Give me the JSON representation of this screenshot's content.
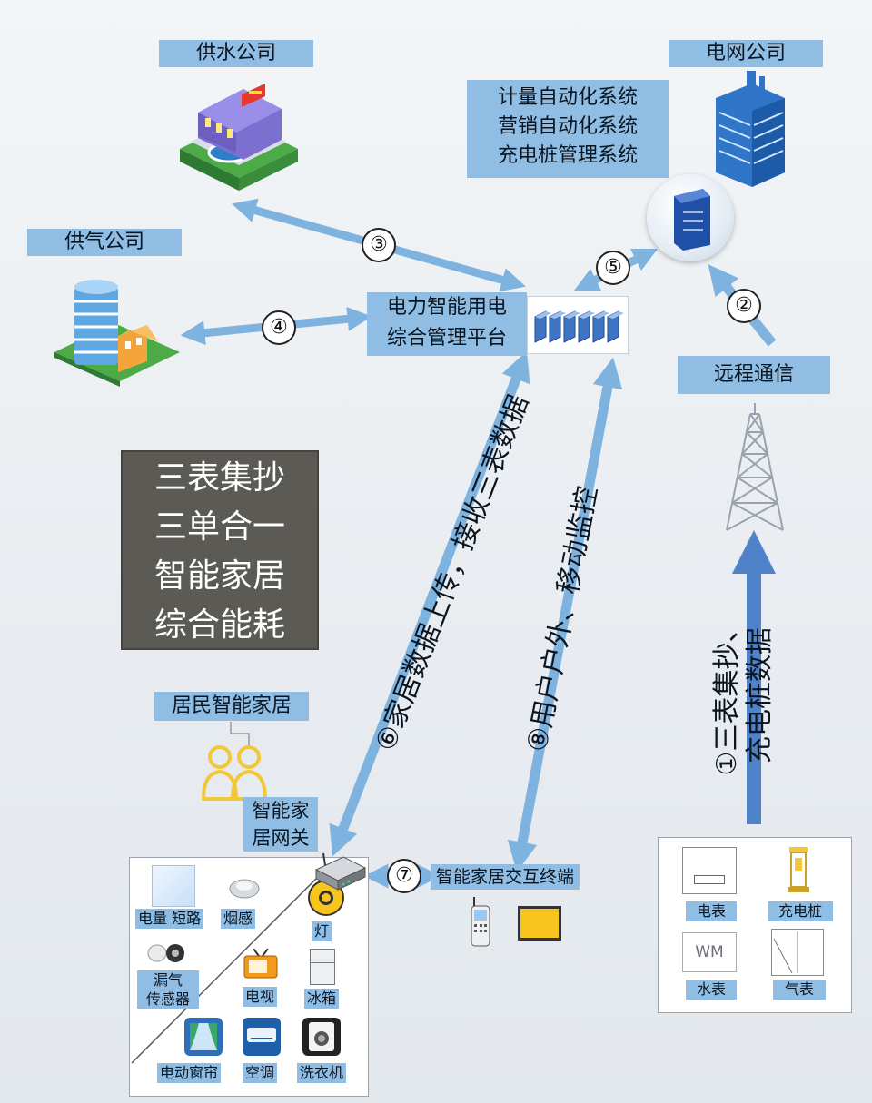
{
  "companies": {
    "water": "供水公司",
    "gas": "供气公司",
    "grid": "电网公司"
  },
  "grid_systems": [
    "计量自动化系统",
    "营销自动化系统",
    "充电桩管理系统"
  ],
  "platform": {
    "line1": "电力智能用电",
    "line2": "综合管理平台"
  },
  "remote_comm": "远程通信",
  "features": [
    "三表集抄",
    "三单合一",
    "智能家居",
    "综合能耗"
  ],
  "home": {
    "title": "居民智能家居",
    "gateway_line1": "智能家",
    "gateway_line2": "居网关",
    "terminal": "智能家居交互终端",
    "devices": {
      "power_short": "电量 短路",
      "smoke": "烟感",
      "light": "灯",
      "gas_leak_line1": "漏气",
      "gas_leak_line2": "传感器",
      "tv": "电视",
      "fridge": "冰箱",
      "curtain": "电动窗帘",
      "ac": "空调",
      "washer": "洗衣机"
    }
  },
  "meters": {
    "electric": "电表",
    "charger": "充电桩",
    "water": "水表",
    "water_meter_mark": "WM",
    "gas": "气表"
  },
  "steps": {
    "s1_num": "①",
    "s1_line1": "三表集抄、",
    "s1_line2": "充电桩数据",
    "s2": "②",
    "s3": "③",
    "s4": "④",
    "s5": "⑤",
    "s6": "⑥家居数据上传，接收三表数据",
    "s7": "⑦",
    "s8": "⑧用户户外、移动监控"
  },
  "colors": {
    "label_bg": "#8fbde3",
    "arrow": "#7fb3df",
    "arrow_dark": "#4f82c8",
    "feature_box": "#5b5a55"
  }
}
